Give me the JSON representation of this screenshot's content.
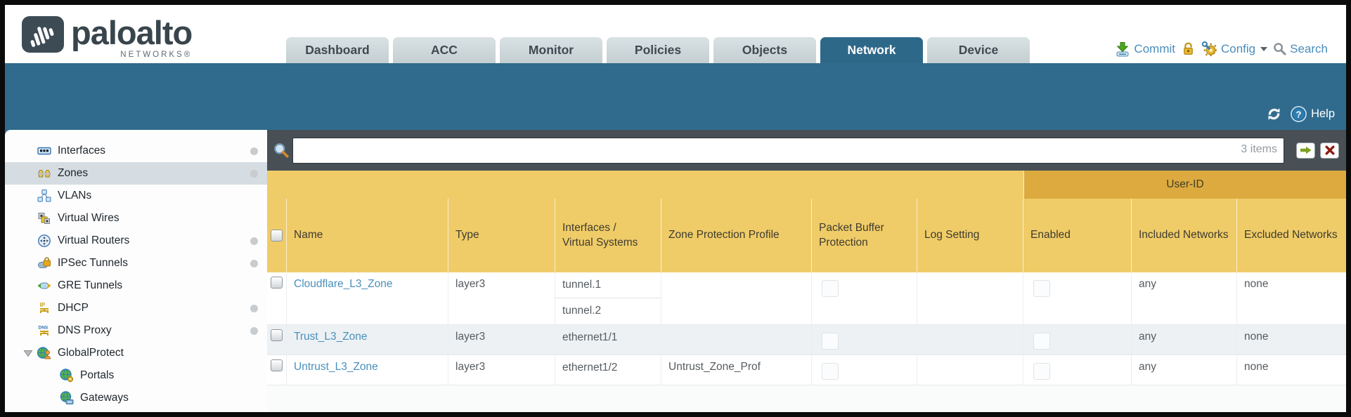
{
  "brand": {
    "name": "paloalto",
    "networks": "NETWORKS®"
  },
  "tabs": [
    {
      "label": "Dashboard",
      "active": false
    },
    {
      "label": "ACC",
      "active": false
    },
    {
      "label": "Monitor",
      "active": false
    },
    {
      "label": "Policies",
      "active": false
    },
    {
      "label": "Objects",
      "active": false
    },
    {
      "label": "Network",
      "active": true
    },
    {
      "label": "Device",
      "active": false
    }
  ],
  "top_actions": {
    "commit": "Commit",
    "config": "Config",
    "search": "Search"
  },
  "band": {
    "help": "Help"
  },
  "sidebar": {
    "items": [
      {
        "label": "Interfaces",
        "icon": "interfaces-icon",
        "dot": true
      },
      {
        "label": "Zones",
        "icon": "zones-icon",
        "dot": true,
        "selected": true
      },
      {
        "label": "VLANs",
        "icon": "vlans-icon",
        "dot": false
      },
      {
        "label": "Virtual Wires",
        "icon": "virtual-wires-icon",
        "dot": false
      },
      {
        "label": "Virtual Routers",
        "icon": "virtual-routers-icon",
        "dot": true
      },
      {
        "label": "IPSec Tunnels",
        "icon": "ipsec-tunnels-icon",
        "dot": true
      },
      {
        "label": "GRE Tunnels",
        "icon": "gre-tunnels-icon",
        "dot": false
      },
      {
        "label": "DHCP",
        "icon": "dhcp-icon",
        "dot": true
      },
      {
        "label": "DNS Proxy",
        "icon": "dns-proxy-icon",
        "dot": true
      },
      {
        "label": "GlobalProtect",
        "icon": "globalprotect-icon",
        "dot": false,
        "expandable": true
      },
      {
        "label": "Portals",
        "icon": "portals-icon",
        "dot": false,
        "child": true
      },
      {
        "label": "Gateways",
        "icon": "gateways-icon",
        "dot": false,
        "child": true
      }
    ]
  },
  "toolbar": {
    "count": "3 items",
    "search_value": ""
  },
  "table": {
    "group_header": "User-ID",
    "columns": [
      "Name",
      "Type",
      "Interfaces /\nVirtual Systems",
      "Zone Protection Profile",
      "Packet Buffer Protection",
      "Log Setting",
      "Enabled",
      "Included Networks",
      "Excluded Networks"
    ],
    "rows": [
      {
        "name": "Cloudflare_L3_Zone",
        "type": "layer3",
        "interfaces": [
          "tunnel.1",
          "tunnel.2"
        ],
        "zone_protection_profile": "",
        "packet_buffer_protection": false,
        "log_setting": "",
        "user_id_enabled": false,
        "included_networks": "any",
        "excluded_networks": "none",
        "selected": false
      },
      {
        "name": "Trust_L3_Zone",
        "type": "layer3",
        "interfaces": [
          "ethernet1/1"
        ],
        "zone_protection_profile": "",
        "packet_buffer_protection": false,
        "log_setting": "",
        "user_id_enabled": false,
        "included_networks": "any",
        "excluded_networks": "none",
        "selected": false
      },
      {
        "name": "Untrust_L3_Zone",
        "type": "layer3",
        "interfaces": [
          "ethernet1/2"
        ],
        "zone_protection_profile": "Untrust_Zone_Prof",
        "packet_buffer_protection": false,
        "log_setting": "",
        "user_id_enabled": false,
        "included_networks": "any",
        "excluded_networks": "none",
        "selected": false
      }
    ]
  },
  "colors": {
    "teal": "#306b8d",
    "header_amber": "#f0cc68",
    "userid_amber": "#dcaa3e",
    "link_blue": "#4a90bb",
    "strip_gray": "#485056"
  }
}
